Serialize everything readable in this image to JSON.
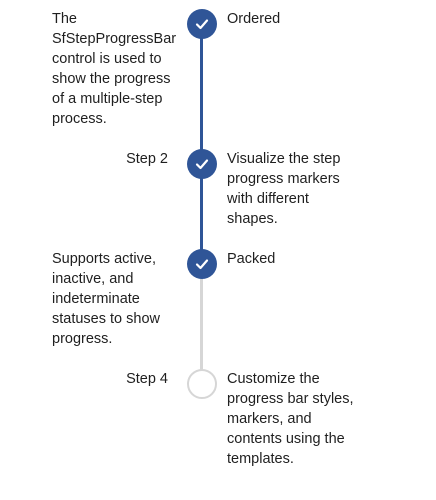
{
  "steps": [
    {
      "status": "complete",
      "left_text": "The SfStepProgressBar control is used to show the progress of a multiple-step process.",
      "right_text": "Ordered",
      "marker_icon": "check-icon"
    },
    {
      "status": "complete",
      "left_text": "Step 2",
      "right_text": "Visualize the step progress markers with different shapes.",
      "marker_icon": "check-icon"
    },
    {
      "status": "complete",
      "left_text": "Supports active, inactive, and indeterminate statuses to show progress.",
      "right_text": "Packed",
      "marker_icon": "check-icon"
    },
    {
      "status": "pending",
      "left_text": "Step 4",
      "right_text": "Customize the progress bar styles, markers, and contents using the templates.",
      "marker_icon": "empty-circle-icon"
    }
  ],
  "colors": {
    "active": "#2f5597",
    "inactive": "#d6d6d6",
    "text": "#1f1f1f",
    "background": "#ffffff"
  }
}
